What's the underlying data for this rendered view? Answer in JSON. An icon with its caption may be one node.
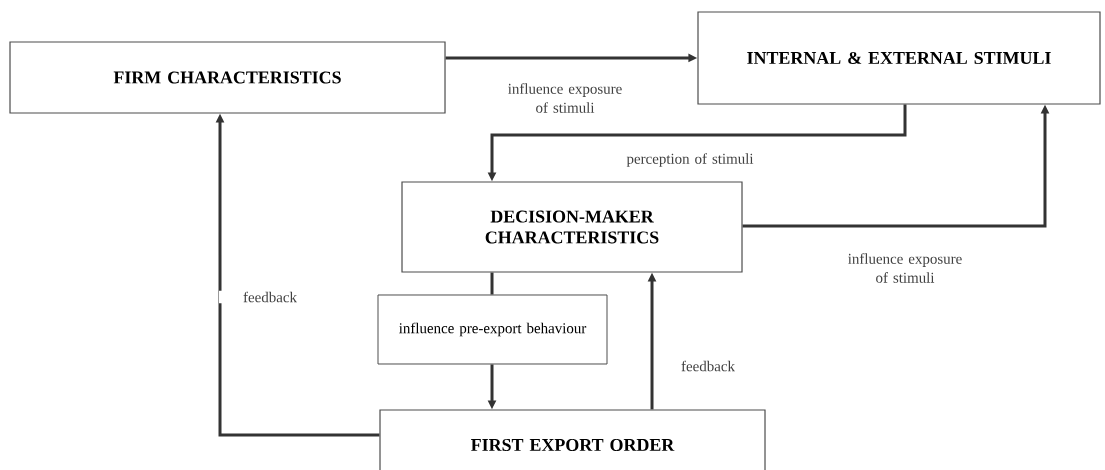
{
  "diagram": {
    "nodes": [
      {
        "text": [
          "FIRM CHARACTERISTICS"
        ]
      },
      {
        "text": [
          "INTERNAL & EXTERNAL STIMULI"
        ]
      },
      {
        "text": [
          "DECISION-MAKER CHARACTERISTICS"
        ]
      },
      {
        "text": [
          "influence pre-export behaviour"
        ]
      },
      {
        "text": [
          "FIRST EXPORT ORDER"
        ]
      }
    ],
    "edges": [
      {
        "from": 0,
        "to": 1,
        "arrow": "to",
        "label": "influence exposure of stimuli"
      },
      {
        "from": 1,
        "to": 2,
        "arrow": "to",
        "label": "perception of stimuli"
      },
      {
        "from": 2,
        "to": 1,
        "arrow": "to",
        "label": "influence exposure of stimuli"
      },
      {
        "from": 2,
        "to": 3,
        "arrow": "none"
      },
      {
        "from": 3,
        "to": 4,
        "arrow": "to"
      },
      {
        "from": 4,
        "to": 2,
        "arrow": "to",
        "label": "feedback"
      },
      {
        "from": 4,
        "to": 0,
        "arrow": "to",
        "label": "feedback"
      }
    ]
  }
}
